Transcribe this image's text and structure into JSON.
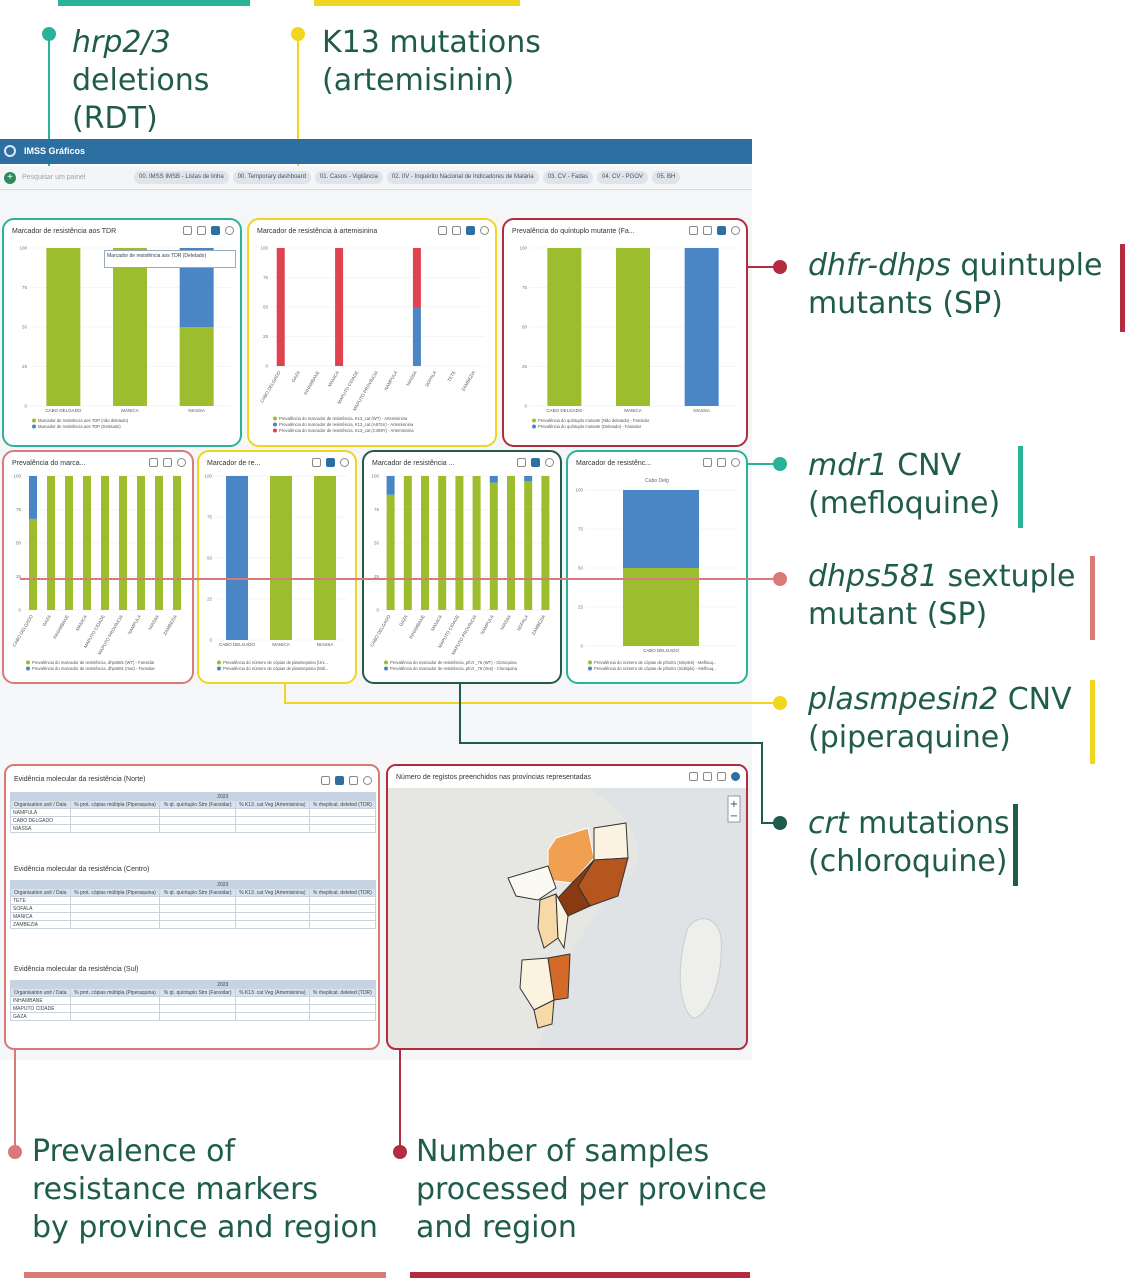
{
  "callouts": {
    "hrp2": {
      "italic": "hrp2/3",
      "rest": "deletions",
      "rest2": "(RDT)"
    },
    "k13": {
      "line1": "K13 mutations",
      "line2": "(artemisinin)"
    },
    "dhfr": {
      "italic": "dhfr-dhps",
      "rest": "quintuple",
      "line2": "mutants (SP)"
    },
    "mdr1": {
      "italic": "mdr1",
      "rest": "CNV",
      "line2": "(mefloquine)"
    },
    "dhps581": {
      "italic": "dhps581",
      "rest": "sextuple",
      "line2": "mutant (SP)"
    },
    "plasmepsin": {
      "italic": "plasmpesin2",
      "rest": "CNV",
      "line2": "(piperaquine)"
    },
    "crt": {
      "italic": "crt",
      "rest": "mutations",
      "line2": "(chloroquine)"
    },
    "prevalence": {
      "line1": "Prevalence of",
      "line2": "resistance markers",
      "line3": "by province and region"
    },
    "samples": {
      "line1": "Number of samples",
      "line2": "processed per province",
      "line3": "and region"
    }
  },
  "colors": {
    "teal": "#2bb39a",
    "yellow": "#f2d51f",
    "crimson": "#b32b3f",
    "salmon": "#d97a78",
    "darkgreen": "#1f5c4c",
    "bar_green": "#9cbd2e",
    "bar_blue": "#4a86c5",
    "bar_red": "#e0424f"
  },
  "dashboard": {
    "app_title": "IMSS Gráficos",
    "search_placeholder": "Pesquisar um painel",
    "chips": [
      "00. IMSS IMSB - Listas de linha",
      "00. Temporary dashboard",
      "01. Casos - Vigilância",
      "02. IIV - Inquérito Nacional de Indicadores de Malária",
      "03. CV - Fadas",
      "04. CV - PGOV",
      "05. BH"
    ],
    "panels": {
      "tdr": {
        "title": "Marcador de resistência aos TDR",
        "tooltip": "Marcador de resistência aos TDR (Deletado)"
      },
      "artemisinina": {
        "title": "Marcador de resistência à artemisinina"
      },
      "quintuplo": {
        "title": "Prevalência do quíntuplo mutante (Fa..."
      },
      "dhps581": {
        "title": "Prevalência do marca..."
      },
      "pm2": {
        "title": "Marcador de re..."
      },
      "crt": {
        "title": "Marcador de resistência ..."
      },
      "mdr1": {
        "title": "Marcador de resistênc...",
        "subtitle": "Cabo Delg"
      },
      "norte": {
        "title": "Evidência molecular da resistência (Norte)"
      },
      "centro": {
        "title": "Evidência molecular da resistência (Centro)"
      },
      "sul": {
        "title": "Evidência molecular da resistência (Sul)"
      },
      "map": {
        "title": "Número de registos preenchidos nas províncias representadas"
      }
    },
    "table_headers": [
      "Organisation unit / Data",
      "% prot. cópias múltipla (Piperaquina)",
      "% qt. quíntuplo Stm (Fansidar)",
      "% K13. cat Veg (Artemisinina)",
      "% rheplicat. deleted (TDR)"
    ],
    "year": "2023",
    "norte_rows": [
      "NAMPULA",
      "CABO DELGADO",
      "NIASSA"
    ],
    "centro_rows": [
      "TETE",
      "SOFALA",
      "MANICA",
      "ZAMBEZIA"
    ],
    "sul_rows": [
      "INHAMBANE",
      "MAPUTO CIDADE",
      "GAZA"
    ]
  },
  "chart_data": [
    {
      "type": "bar",
      "title": "Marcador de resistência aos TDR",
      "categories": [
        "CABO DELGADO",
        "MANICA",
        "NIASSA"
      ],
      "series": [
        {
          "name": "Marcador de resistência aos TDP (não deletado)",
          "values": [
            100,
            100,
            50
          ]
        },
        {
          "name": "Marcador de resistência aos TDP (Deletado)",
          "values": [
            0,
            0,
            50
          ]
        }
      ],
      "ylim": [
        0,
        100
      ]
    },
    {
      "type": "bar",
      "title": "Marcador de resistência à artemisinina",
      "categories": [
        "CABO DELGADO",
        "GAZA",
        "INHAMBANE",
        "MANICA",
        "MAPUTO CIDADE",
        "MAPUTO PROVÍNCIA",
        "NAMPULA",
        "NIASSA",
        "SOFALA",
        "TETE",
        "ZAMBEZIA"
      ],
      "series": [
        {
          "name": "Prevalência do marcador de resistência, K13_cat (WT) - Artemisinina",
          "values": [
            0,
            0,
            0,
            0,
            0,
            0,
            0,
            0,
            0,
            0,
            0
          ]
        },
        {
          "name": "Prevalência do marcador de resistência, K13_cat (A675V) - Artemisinina",
          "values": [
            0,
            0,
            0,
            0,
            0,
            0,
            0,
            50,
            0,
            0,
            0
          ]
        },
        {
          "name": "Prevalência do marcador de resistência, K13_cat (C469Y) - Artemisinina",
          "values": [
            100,
            0,
            0,
            100,
            0,
            0,
            0,
            50,
            0,
            0,
            0
          ]
        }
      ],
      "ylim": [
        0,
        100
      ]
    },
    {
      "type": "bar",
      "title": "Prevalência do quíntuplo mutante (Fa...",
      "categories": [
        "CABO DELGADO",
        "MANICA",
        "NIASSA"
      ],
      "series": [
        {
          "name": "Prevalência do quíntuplo mutante (Não deletado) - Fansidar",
          "values": [
            100,
            100,
            0
          ]
        },
        {
          "name": "Prevalência do quíntuplo mutante (Deletado) - Fansidar",
          "values": [
            0,
            0,
            100
          ]
        }
      ],
      "ylim": [
        0,
        100
      ]
    },
    {
      "type": "bar",
      "title": "Prevalência do marca...",
      "categories": [
        "CABO DELGADO",
        "GAZA",
        "INHAMBANE",
        "MANICA",
        "MAPUTO CIDADE",
        "MAPUTO PROVÍNCIA",
        "NAMPULA",
        "NIASSA",
        "ZAMBEZIA"
      ],
      "series": [
        {
          "name": "Prevalência do marcador de resistência, dhps581 (WT) - Fansidar",
          "values": [
            68,
            100,
            100,
            100,
            100,
            100,
            100,
            100,
            100
          ]
        },
        {
          "name": "Prevalência do marcador de resistência, dhps581 (mut) - Fansidar",
          "values": [
            32,
            0,
            0,
            0,
            0,
            0,
            0,
            0,
            0
          ]
        }
      ],
      "ylim": [
        0,
        100
      ]
    },
    {
      "type": "bar",
      "title": "Marcador de re...",
      "categories": [
        "CABO DELGADO",
        "MANICA",
        "NIASSA"
      ],
      "series": [
        {
          "name": "Prevalência do número de cópias de plasmepsina (Úni...",
          "values": [
            0,
            100,
            100
          ]
        },
        {
          "name": "Prevalência do número de cópias de plasmepsina (Múl...",
          "values": [
            100,
            0,
            0
          ]
        }
      ],
      "ylim": [
        0,
        100
      ]
    },
    {
      "type": "bar",
      "title": "Marcador de resistência ...",
      "categories": [
        "CABO DELGADO",
        "GAZA",
        "INHAMBANE",
        "MANICA",
        "MAPUTO CIDADE",
        "MAPUTO PROVÍNCIA",
        "NAMPULA",
        "NIASSA",
        "SOFALA",
        "ZAMBEZIA"
      ],
      "series": [
        {
          "name": "Prevalência do marcador de resistência, pfcrt _76 (WT) - Cloroquina",
          "values": [
            86,
            100,
            100,
            100,
            100,
            100,
            95,
            100,
            96,
            100
          ]
        },
        {
          "name": "Prevalência do marcador de resistência, pfcrt _76 (mut) - Cloroquina",
          "values": [
            14,
            0,
            0,
            0,
            0,
            0,
            5,
            0,
            4,
            0
          ]
        }
      ],
      "ylim": [
        0,
        100
      ]
    },
    {
      "type": "bar",
      "title": "Marcador de resistênc...",
      "categories": [
        "CABO DELGADO"
      ],
      "series": [
        {
          "name": "Prevalência do número de cópias de pfmdr1 (simples) - Meflouq...",
          "values": [
            50
          ]
        },
        {
          "name": "Prevalência do número de cópias de pfmdr1 (múltiplo) - Meflouq...",
          "values": [
            50
          ]
        }
      ],
      "ylim": [
        0,
        100
      ]
    }
  ]
}
